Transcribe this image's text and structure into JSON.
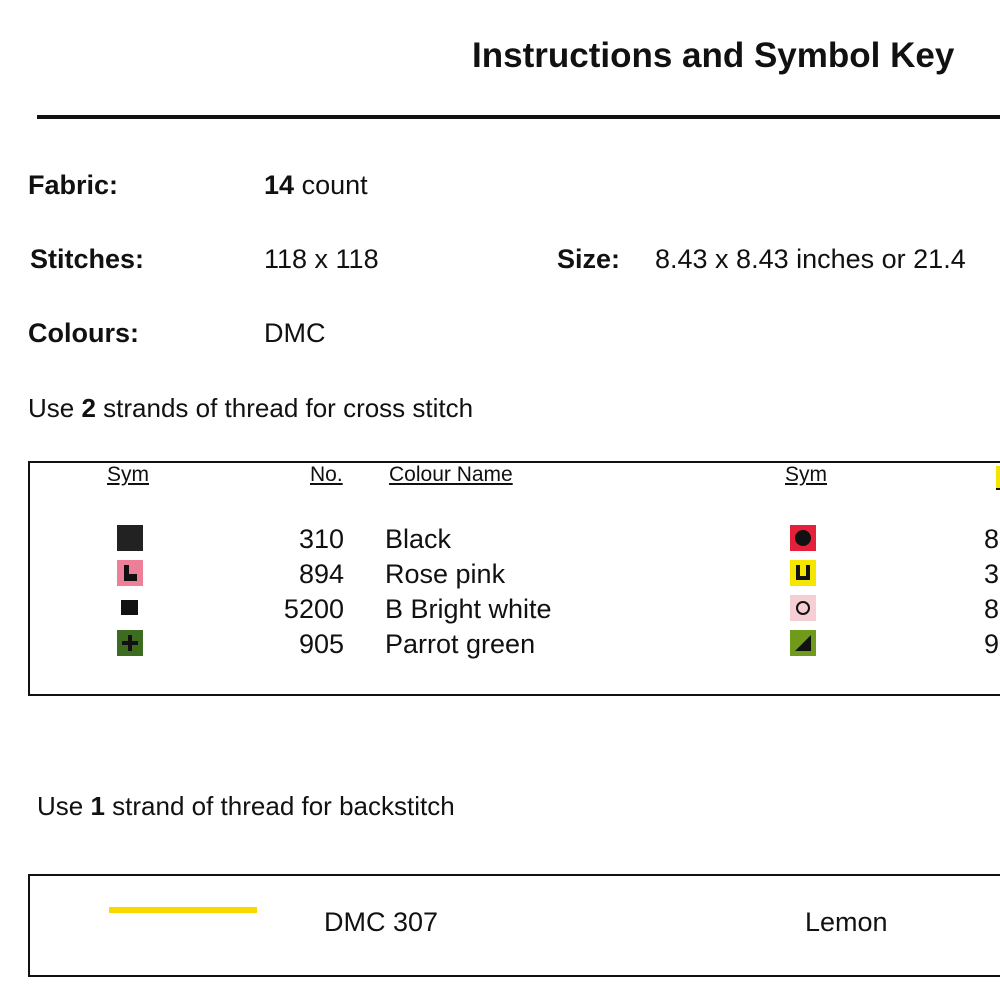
{
  "title": "Instructions and Symbol Key",
  "fabric": {
    "label": "Fabric:",
    "count": "14",
    "unit": "count"
  },
  "stitches": {
    "label": "Stitches:",
    "value": "118 x 118"
  },
  "size": {
    "label": "Size:",
    "value": "8.43 x 8.43 inches or 21.4"
  },
  "colours": {
    "label": "Colours:",
    "value": "DMC"
  },
  "cross": {
    "prefix": "Use ",
    "count": "2",
    "suffix": " strands of thread for cross stitch"
  },
  "key": {
    "headers": {
      "sym": "Sym",
      "no": "No.",
      "name": "Colour Name",
      "sym2": "Sym"
    },
    "rows": [
      {
        "no": "310",
        "name": "Black",
        "sym_color": "#222222",
        "sym_icon": "solid-square-icon"
      },
      {
        "no": "894",
        "name": "Rose pink",
        "sym_color": "#ee7f98",
        "sym_icon": "corner-l-icon"
      },
      {
        "no": "5200",
        "name": "B Bright white",
        "sym_color": "#ffffff",
        "sym_icon": "small-square-icon"
      },
      {
        "no": "905",
        "name": "Parrot green",
        "sym_color": "#3d6b1f",
        "sym_icon": "plus-icon"
      }
    ],
    "rows2": [
      {
        "no": "8",
        "sym_color": "#e4203a",
        "sym_icon": "dot-icon"
      },
      {
        "no": "3",
        "sym_color": "#f5e600",
        "sym_icon": "u-shape-icon"
      },
      {
        "no": "8",
        "sym_color": "#f6cfd4",
        "sym_icon": "circle-icon"
      },
      {
        "no": "9",
        "sym_color": "#6f9a1b",
        "sym_icon": "triangle-icon"
      }
    ]
  },
  "back": {
    "prefix": "Use ",
    "count": "1",
    "suffix": " strand of thread for backstitch"
  },
  "backstitch": {
    "code": "DMC 307",
    "name": "Lemon",
    "line_color": "#f7d900"
  }
}
